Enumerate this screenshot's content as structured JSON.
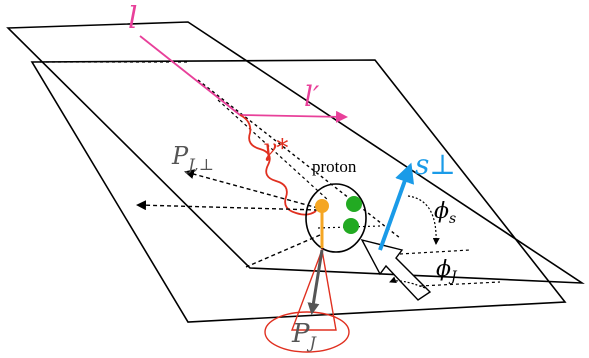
{
  "labels": {
    "lepton_in": "l",
    "lepton_out": "l′",
    "photon": "γ*",
    "proton": "proton",
    "spin_vector": "s⊥",
    "jet_transverse": "P",
    "jet_transverse_sub": "J,⊥",
    "jet": "P",
    "jet_sub": "J",
    "phi_s": "ϕ",
    "phi_s_sub": "s",
    "phi_j": "ϕ",
    "phi_j_sub": "J"
  },
  "colors": {
    "lepton": "#e8409a",
    "photon": "#e03020",
    "spin": "#1a9be8",
    "quark": "#f5a623",
    "gluon": "#22aa22",
    "jet_cone": "#e03020",
    "plane": "#000000",
    "arrow_gray": "#555555"
  }
}
